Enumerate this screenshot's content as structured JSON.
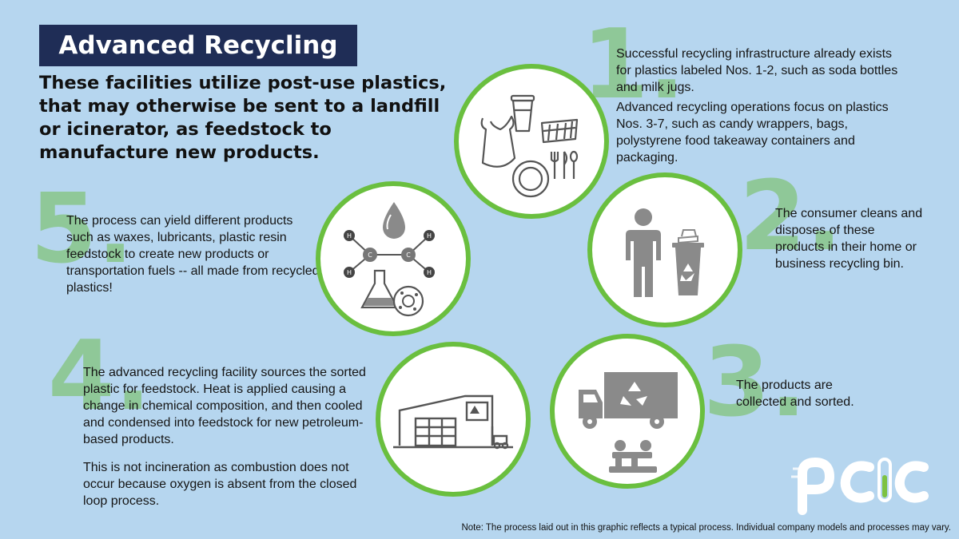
{
  "title": "Advanced Recycling",
  "subtitle": "These facilities utilize post-use plastics, that may otherwise be sent to a landfill or icinerator, as feedstock to manufacture new products.",
  "steps": [
    {
      "number": "1.",
      "icon": "plastic-items-icon",
      "paragraphs": [
        "Successful recycling infrastructure already exists for plastics labeled Nos. 1-2, such as soda bottles and milk jugs.",
        "Advanced recycling operations focus on plastics Nos. 3-7, such as candy wrappers, bags, polystyrene food takeaway containers and packaging."
      ]
    },
    {
      "number": "2.",
      "icon": "person-recycling-bin-icon",
      "paragraphs": [
        "The consumer cleans and disposes of these products in their home or business recycling bin."
      ]
    },
    {
      "number": "3.",
      "icon": "recycling-truck-sorting-icon",
      "paragraphs": [
        "The products are collected and sorted."
      ]
    },
    {
      "number": "4.",
      "icon": "recycling-facility-icon",
      "paragraphs": [
        "The advanced recycling facility sources the sorted plastic for feedstock. Heat is applied causing a change in chemical composition, and then cooled and condensed into feedstock for new petroleum-based products.",
        "This is not incineration as combustion does not occur because oxygen is absent from the closed loop process."
      ]
    },
    {
      "number": "5.",
      "icon": "molecule-products-icon",
      "paragraphs": [
        "The process can yield different products such as waxes, lubricants, plastic resin feedstock to create new products or transportation fuels -- all made from recycled plastics!"
      ]
    }
  ],
  "molecule_labels": {
    "hydrogen": "H",
    "carbon": "C"
  },
  "logo_text": "pcic",
  "note": "Note: The process laid out in this graphic reflects a typical process. Individual company models and processes may vary.",
  "colors": {
    "background": "#b6d6ef",
    "title_bg": "#1f2d56",
    "number": "#8bc78f",
    "circle_border": "#6abf3f",
    "icon_gray": "#8a8a8a"
  }
}
